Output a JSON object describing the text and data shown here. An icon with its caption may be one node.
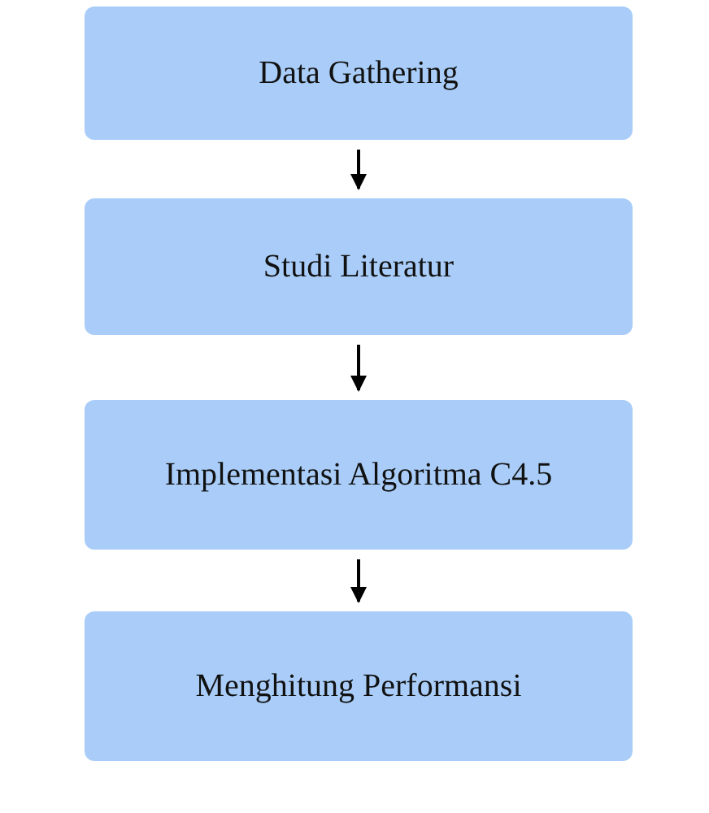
{
  "diagram": {
    "nodes": [
      {
        "text": [
          "Data Gathering"
        ]
      },
      {
        "text": [
          "Studi Literatur"
        ]
      },
      {
        "text": [
          "Implementasi Algoritma C4.5"
        ]
      },
      {
        "text": [
          "Menghitung Performansi"
        ]
      }
    ],
    "edges": [
      {
        "from": 0,
        "to": 1,
        "arrow": "to"
      },
      {
        "from": 1,
        "to": 2,
        "arrow": "to"
      },
      {
        "from": 2,
        "to": 3,
        "arrow": "to"
      }
    ]
  }
}
